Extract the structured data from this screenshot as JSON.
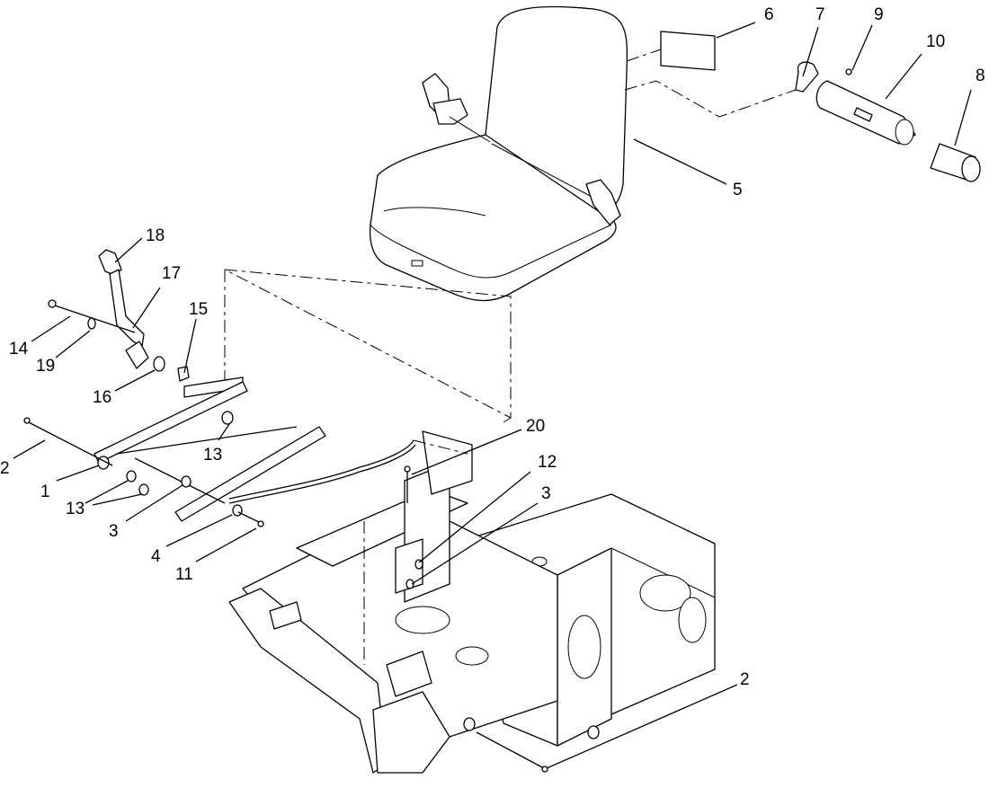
{
  "callouts": [
    {
      "id": "c6",
      "label": "6"
    },
    {
      "id": "c7",
      "label": "7"
    },
    {
      "id": "c9",
      "label": "9"
    },
    {
      "id": "c10",
      "label": "10"
    },
    {
      "id": "c8",
      "label": "8"
    },
    {
      "id": "c5",
      "label": "5"
    },
    {
      "id": "c18",
      "label": "18"
    },
    {
      "id": "c17",
      "label": "17"
    },
    {
      "id": "c15",
      "label": "15"
    },
    {
      "id": "c14",
      "label": "14"
    },
    {
      "id": "c19",
      "label": "19"
    },
    {
      "id": "c16",
      "label": "16"
    },
    {
      "id": "c13a",
      "label": "13"
    },
    {
      "id": "c2a",
      "label": "2"
    },
    {
      "id": "c1",
      "label": "1"
    },
    {
      "id": "c13b",
      "label": "13"
    },
    {
      "id": "c3a",
      "label": "3"
    },
    {
      "id": "c4",
      "label": "4"
    },
    {
      "id": "c11",
      "label": "11"
    },
    {
      "id": "c20",
      "label": "20"
    },
    {
      "id": "c12",
      "label": "12"
    },
    {
      "id": "c3b",
      "label": "3"
    },
    {
      "id": "c2b",
      "label": "2"
    }
  ]
}
